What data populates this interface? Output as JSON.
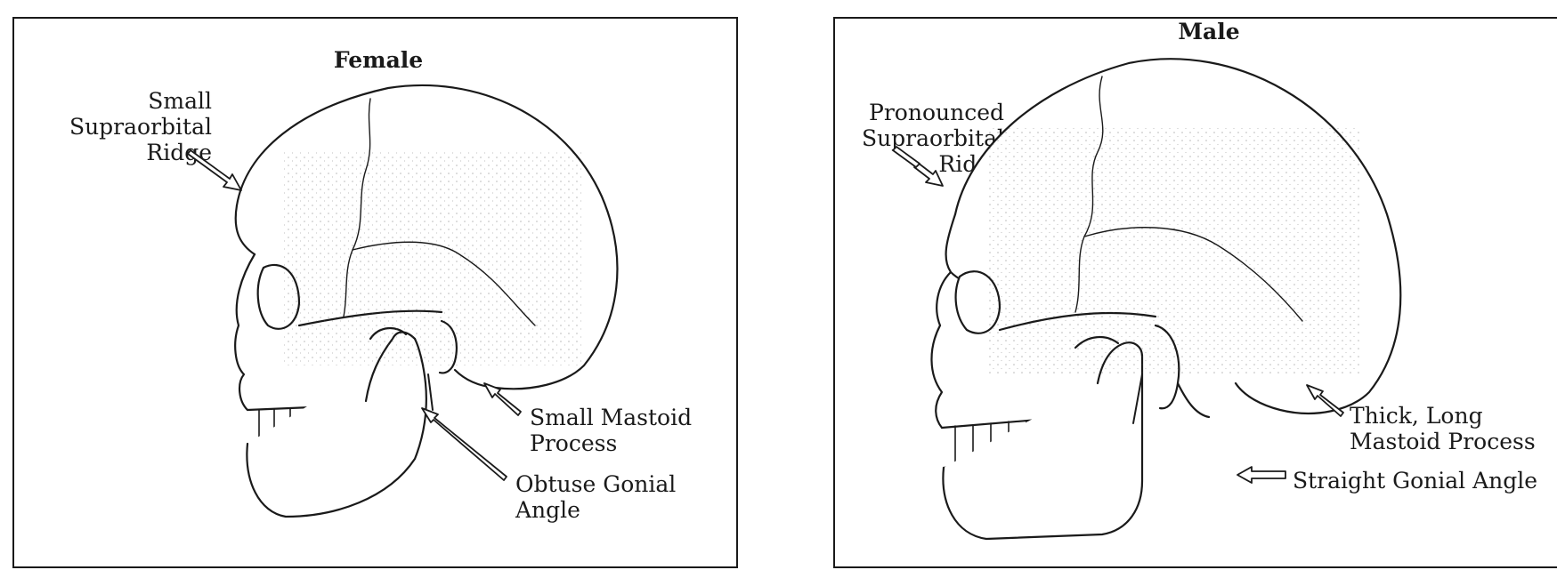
{
  "female": {
    "title": "Female",
    "labels": {
      "supraorbital": [
        "Small",
        "Supraorbital",
        "Ridge"
      ],
      "mastoid": [
        "Small Mastoid",
        "Process"
      ],
      "gonial": [
        "Obtuse Gonial",
        "Angle"
      ]
    }
  },
  "male": {
    "title": "Male",
    "labels": {
      "supraorbital": [
        "Pronounced",
        "Supraorbital",
        "Ridge"
      ],
      "mastoid": [
        "Thick, Long",
        "Mastoid Process"
      ],
      "gonial": [
        "Straight Gonial Angle"
      ]
    }
  }
}
